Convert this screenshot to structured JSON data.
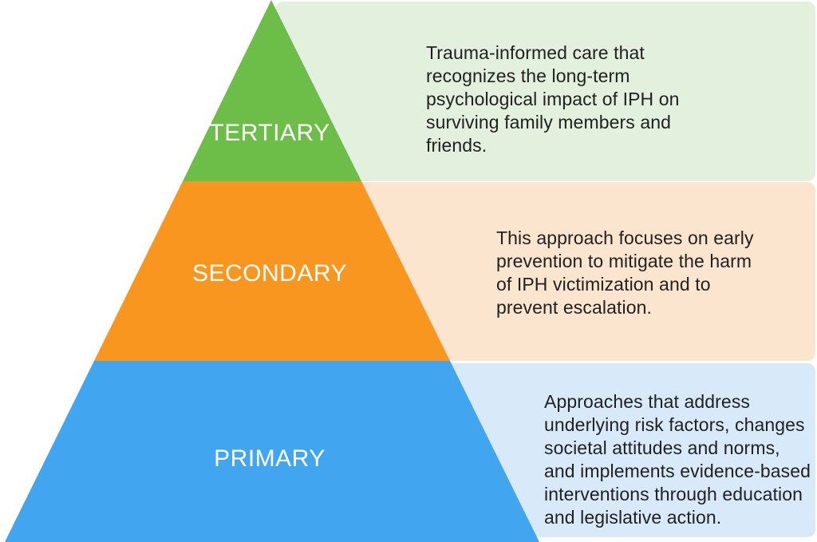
{
  "diagram": {
    "title_implied": "Prevention pyramid for IPH",
    "colors": {
      "background": "#ffffff",
      "label_text": "#ffffff",
      "description_text": "#212121",
      "tertiary_band": "#6cbe48",
      "tertiary_box": "#e3f0dd",
      "secondary_band": "#f8961f",
      "secondary_box": "#fce5cf",
      "primary_band": "#42a5f0",
      "primary_box": "#d8e9fa"
    },
    "levels": [
      {
        "id": "tertiary",
        "label": "TERTIARY",
        "description": "Trauma-informed care that\nrecognizes the long-term\npsychological impact of IPH on\nsurviving family members and\nfriends."
      },
      {
        "id": "secondary",
        "label": "SECONDARY",
        "description": "This approach focuses on early\nprevention to mitigate the harm\nof IPH victimization and to\nprevent escalation."
      },
      {
        "id": "primary",
        "label": "PRIMARY",
        "description": "Approaches that address\nunderlying risk factors, changes\nsocietal attitudes and norms,\nand implements evidence-based\ninterventions through education\nand legislative action."
      }
    ]
  }
}
